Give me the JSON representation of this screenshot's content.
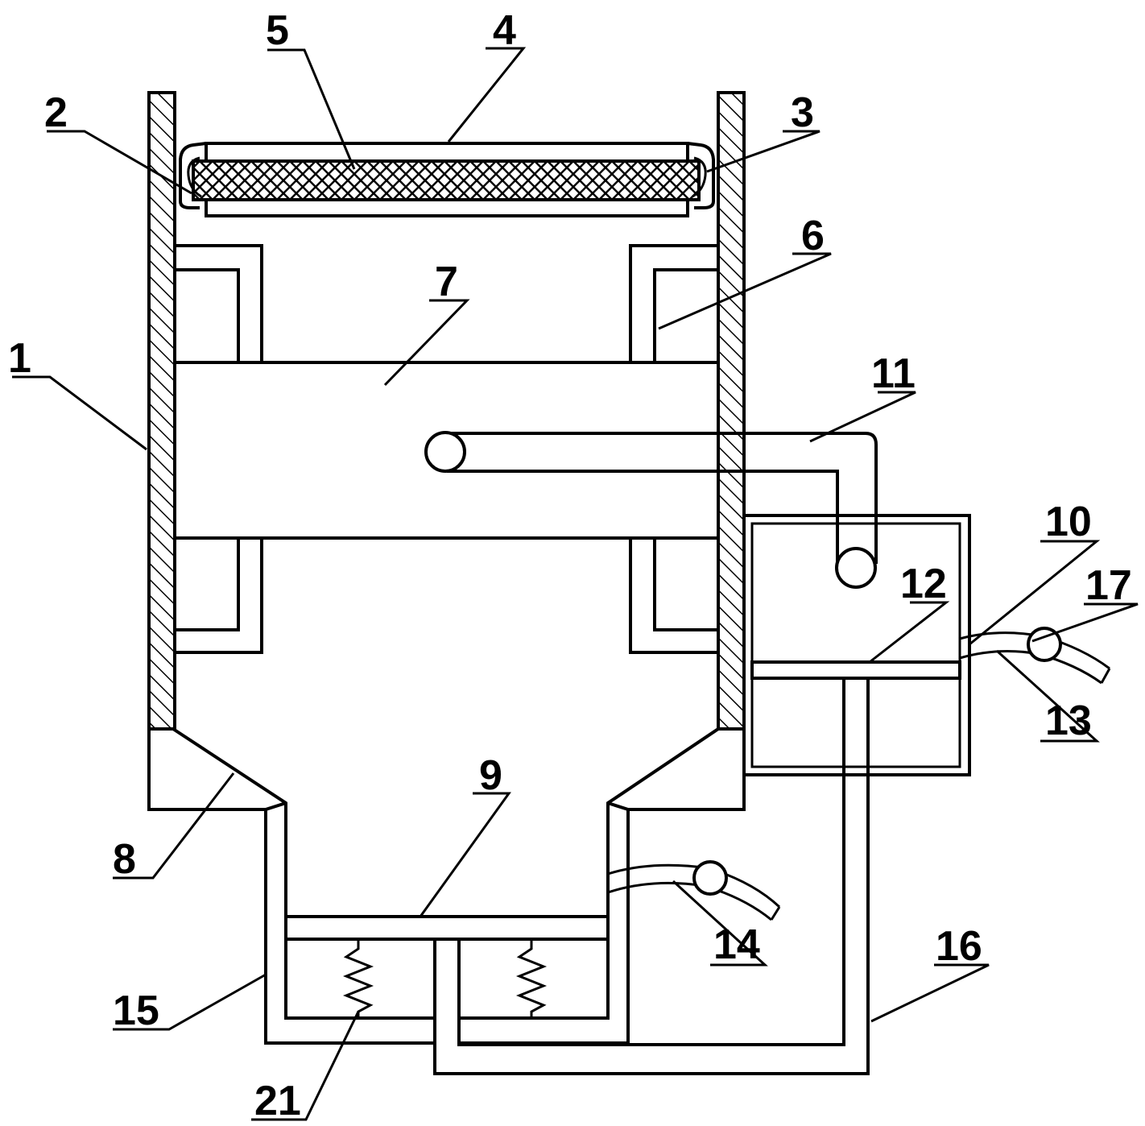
{
  "labels": {
    "l1": "1",
    "l2": "2",
    "l3": "3",
    "l4": "4",
    "l5": "5",
    "l6": "6",
    "l7": "7",
    "l8": "8",
    "l9": "9",
    "l10": "10",
    "l11": "11",
    "l12": "12",
    "l13": "13",
    "l14": "14",
    "l15": "15",
    "l16": "16",
    "l17": "17",
    "l21": "21"
  }
}
